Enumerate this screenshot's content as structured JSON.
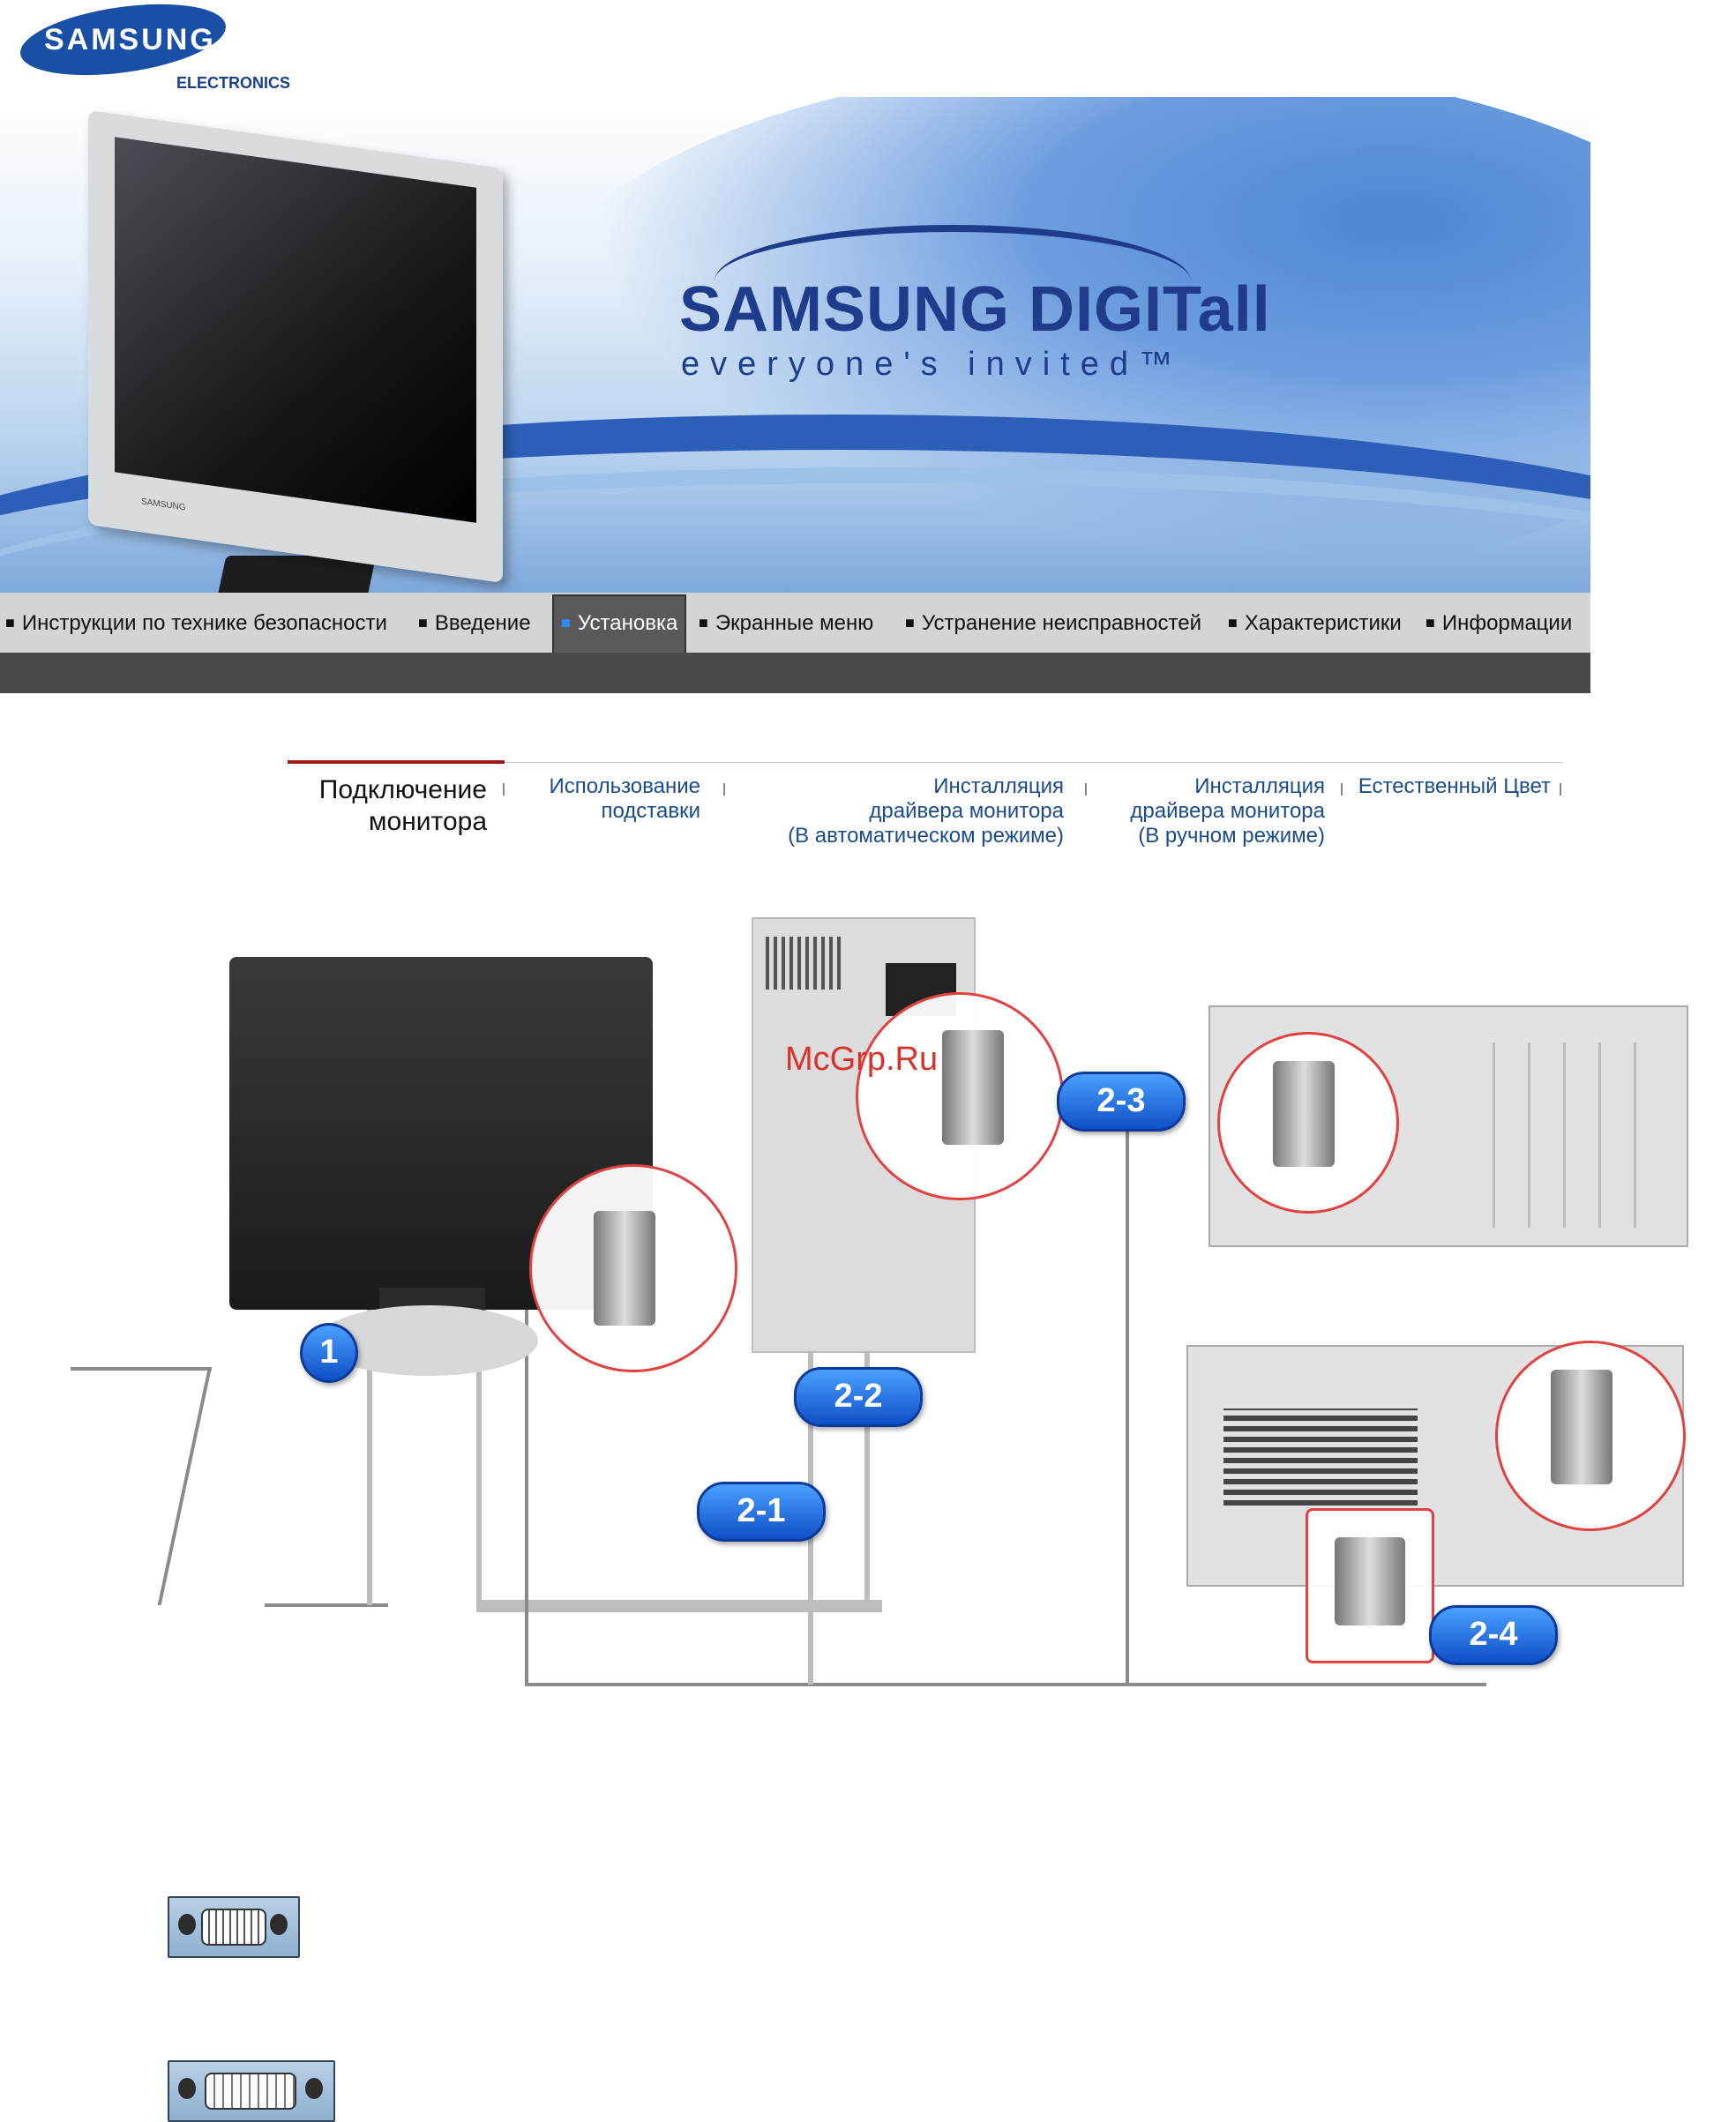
{
  "header": {
    "logo_brand": "SAMSUNG",
    "logo_sub": "ELECTRONICS"
  },
  "banner": {
    "slogan_title": "SAMSUNG DIGITall",
    "slogan_tagline": "everyone's invited™",
    "monitor_brand": "SAMSUNG"
  },
  "nav": {
    "items": [
      {
        "label": "Инструкции по технике безопасности",
        "active": false
      },
      {
        "label": "Введение",
        "active": false
      },
      {
        "label": "Установка",
        "active": true
      },
      {
        "label": "Экранные меню",
        "active": false
      },
      {
        "label": "Устранение неисправностей",
        "active": false
      },
      {
        "label": "Характеристики",
        "active": false
      },
      {
        "label": "Информации",
        "active": false
      }
    ],
    "accent_active": "#2a8cff"
  },
  "subtabs": {
    "items": [
      {
        "line1": "Подключение",
        "line2": "монитора",
        "active": true
      },
      {
        "line1": "Использование",
        "line2": "подставки",
        "active": false
      },
      {
        "line1": "Инсталляция",
        "line2": "драйвера монитора",
        "line3": "(В автоматическом режиме)",
        "active": false
      },
      {
        "line1": "Инсталляция",
        "line2": "драйвера монитора",
        "line3": "(В ручном режиме)",
        "active": false
      },
      {
        "line1": "Естественный Цвет",
        "active": false
      }
    ],
    "active_underline_color": "#9a1a1a"
  },
  "diagram": {
    "watermark": "McGrp.Ru",
    "badges": {
      "b1": "1",
      "b21": "2-1",
      "b22": "2-2",
      "b23": "2-3",
      "b24": "2-4"
    },
    "badge_color": "#1a5fd6"
  },
  "connectors": {
    "vga_icon": "d-sub-15-pin-connector-icon",
    "dvi_icon": "dvi-connector-icon"
  }
}
